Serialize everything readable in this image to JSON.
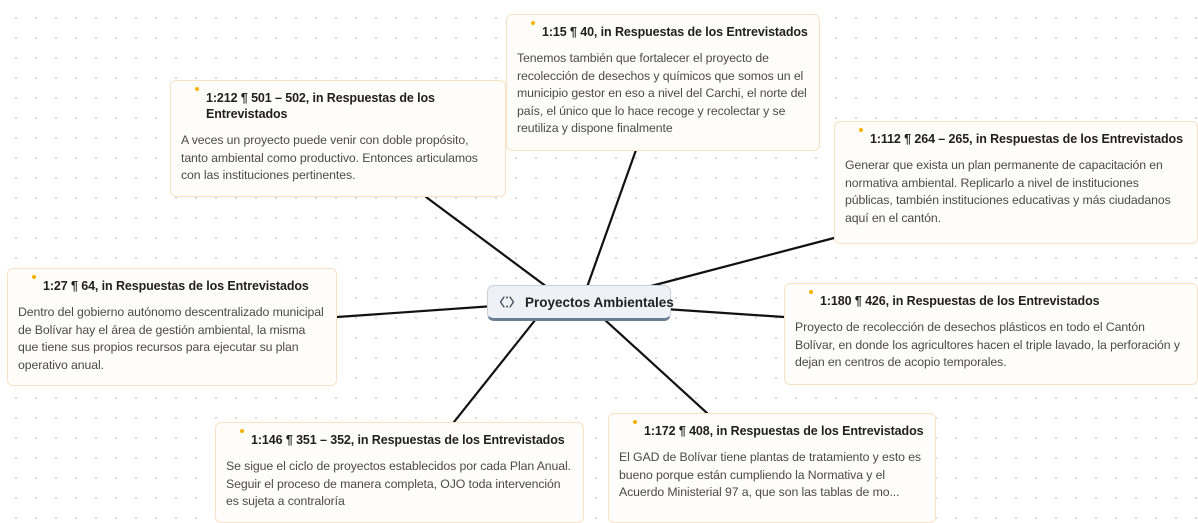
{
  "center": {
    "label": "Proyectos Ambientales",
    "icon": "code-network-icon"
  },
  "quotes": [
    {
      "header": "1:15 ¶ 40,  in Respuestas de los Entrevistados",
      "text": "Tenemos también que fortalecer el proyecto de recolección de desechos y químicos que somos un el municipio gestor en eso a nivel del Carchi, el norte del país, el único que lo hace recoge y recolectar y se reutiliza y dispone finalmente"
    },
    {
      "header": "1:212 ¶ 501 – 502,  in Respuestas de los Entrevistados",
      "text": "A veces un proyecto puede venir con doble propósito, tanto ambiental como productivo. Entonces articulamos con las instituciones pertinentes."
    },
    {
      "header": "1:112 ¶ 264 – 265,  in Respuestas de los Entrevistados",
      "text": "Generar que exista un plan permanente de capacitación en normativa ambiental. Replicarlo a nivel de instituciones públicas, también instituciones educativas y más ciudadanos aquí en el cantón."
    },
    {
      "header": "1:27 ¶ 64,  in Respuestas de los Entrevistados",
      "text": "Dentro del gobierno autónomo descentralizado municipal de Bolívar hay el área de gestión ambiental, la misma que tiene sus propios recursos para ejecutar su plan operativo anual."
    },
    {
      "header": "1:180 ¶ 426,  in Respuestas de los Entrevistados",
      "text": "Proyecto de recolección de desechos plásticos en todo el Cantón Bolívar, en donde los agricultores hacen el triple lavado, la perforación y dejan en centros de acopio temporales."
    },
    {
      "header": "1:146 ¶ 351 – 352,  in Respuestas de los Entrevistados",
      "text": "Se sigue el ciclo de proyectos establecidos por cada Plan Anual. Seguir el proceso de manera completa, OJO toda intervención es sujeta a contraloría"
    },
    {
      "header": "1:172 ¶ 408,  in Respuestas de los Entrevistados",
      "text": "El GAD de Bolívar tiene plantas de tratamiento y esto es bueno porque están cumpliendo la Normativa y el Acuerdo Ministerial 97 a, que son las tablas de mo..."
    }
  ]
}
